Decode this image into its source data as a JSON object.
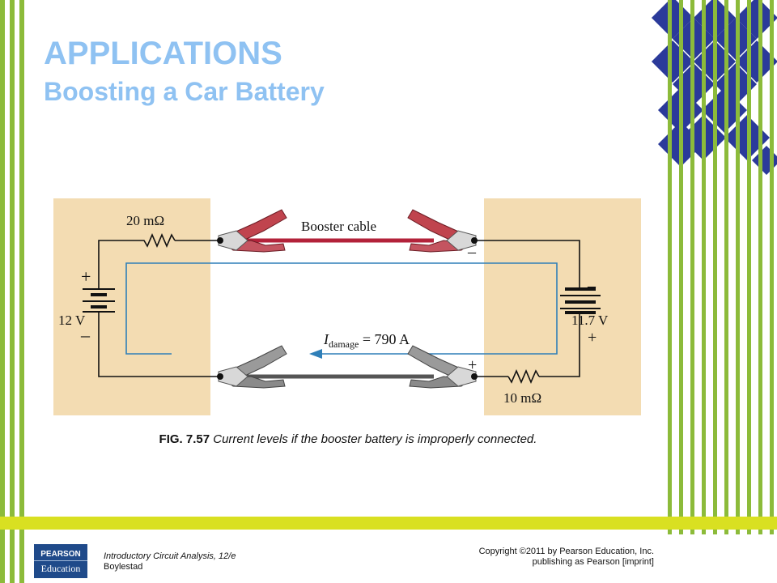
{
  "slide": {
    "title": "APPLICATIONS",
    "subtitle": "Boosting a Car Battery"
  },
  "figure": {
    "resistor_left": "20 mΩ",
    "cable_label": "Booster cable",
    "battery_left_plus": "+",
    "battery_left_value": "12 V",
    "battery_left_minus": "–",
    "minus_top_right": "–",
    "battery_right_minus": "–",
    "battery_right_value": "11.7 V",
    "battery_right_plus": "+",
    "current_label_main": "I",
    "current_label_sub": "damage",
    "current_value": " = 790 A",
    "plus_bottom_right": "+",
    "resistor_right": "10 mΩ"
  },
  "caption": {
    "fig_number": "FIG. 7.57",
    "text": " Current levels if the booster battery is improperly connected."
  },
  "footer": {
    "logo_line1": "PEARSON",
    "logo_line2": "Education",
    "book_title": "Introductory Circuit Analysis, 12/e",
    "author": "Boylestad",
    "copyright_line1": "Copyright ©2011 by Pearson Education, Inc.",
    "copyright_line2": "publishing as Pearson [imprint]"
  },
  "colors": {
    "title": "#8fc2f2",
    "accent_green": "#8cbb3a",
    "accent_yellow": "#d9e021",
    "deco_blue": "#2b3a9a",
    "panel": "#f3dcb2",
    "cable_red": "#b3223a",
    "cable_black": "#555555",
    "current_arrow": "#2f7fb8"
  }
}
